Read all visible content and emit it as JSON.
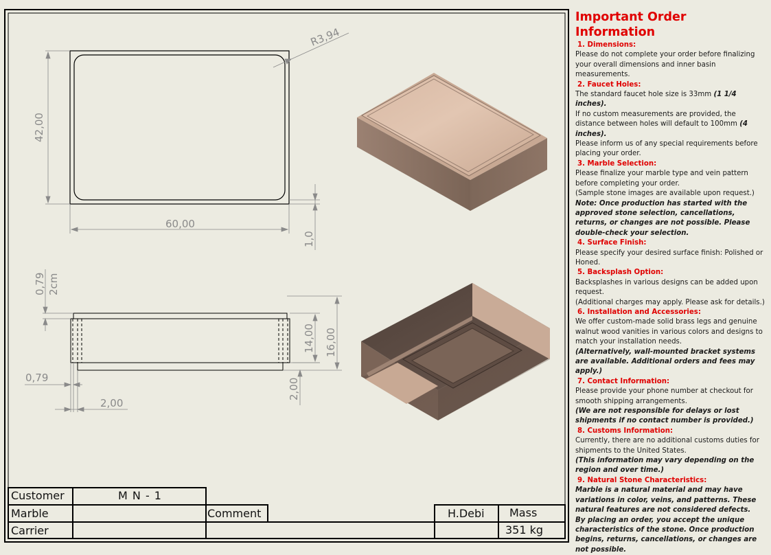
{
  "dimensions": {
    "r394": "R3,94",
    "d4200": "42,00",
    "d6000": "60,00",
    "d10": "1,0",
    "d079_v": "0,79",
    "d2cm": "2cm",
    "d1400": "14,00",
    "d1600": "16,00",
    "d079_h": "0,79",
    "d200_h": "2,00",
    "d200_v": "2,00"
  },
  "title_block": {
    "customer_label": "Customer",
    "customer_value": "M N - 1",
    "marble_label": "Marble",
    "comment_label": "Comment",
    "carrier_label": "Carrier",
    "author": "H.Debi",
    "mass_label": "Mass",
    "mass_value": "351 kg"
  },
  "info": {
    "title": "Important Order Information",
    "s1_head": "1. Dimensions:",
    "s1_p1": "Please do not complete your order before finalizing your overall dimensions and inner basin measurements.",
    "s2_head": "2. Faucet Holes:",
    "s2_p1a": "The standard faucet hole size is 33mm ",
    "s2_p1b": "(1 1/4 inches).",
    "s2_p2a": "If no custom measurements are provided, the distance between holes will default to 100mm ",
    "s2_p2b": "(4 inches).",
    "s2_p3": "Please inform us of any special requirements before placing your order.",
    "s3_head": "3. Marble Selection:",
    "s3_p1": "Please finalize your marble type and vein pattern before completing your order.",
    "s3_p2": "(Sample stone images are available upon request.)",
    "s3_p3": "Note: Once production has started with the approved stone selection, cancellations, returns, or changes are not possible. Please double-check your selection.",
    "s4_head": "4. Surface Finish:",
    "s4_p1": "Please specify your desired surface finish: Polished or Honed.",
    "s5_head": "5. Backsplash Option:",
    "s5_p1": "Backsplashes in various designs can be added upon request.",
    "s5_p2": "(Additional charges may apply. Please ask for details.)",
    "s6_head": "6. Installation and Accessories:",
    "s6_p1": "We offer custom-made solid brass legs and genuine walnut wood vanities in various colors and designs to match your installation needs.",
    "s6_p2": "(Alternatively, wall-mounted bracket systems are available. Additional orders and fees may apply.)",
    "s7_head": "7. Contact Information:",
    "s7_p1": "Please provide your phone number at checkout for smooth shipping arrangements.",
    "s7_p2": "(We are not responsible for delays or lost shipments if no contact number is provided.)",
    "s8_head": "8. Customs Information:",
    "s8_p1": "Currently, there are no additional customs duties for shipments to the United States.",
    "s8_p2": "(This information may vary depending on the region and over time.)",
    "s9_head": "9. Natural Stone Characteristics:",
    "s9_p1": "Marble is a natural material and may have variations in color, veins, and patterns. These natural features are not considered defects.",
    "s9_p2": "By placing an order, you accept the unique characteristics of the stone. Once production begins, returns, cancellations, or changes are not possible."
  },
  "colors": {
    "background": "#ecebe1",
    "accent_red": "#e00000",
    "marble_top": "#d6b7a2",
    "marble_side_dark": "#6f5d52",
    "marble_side_mid": "#94786a"
  }
}
